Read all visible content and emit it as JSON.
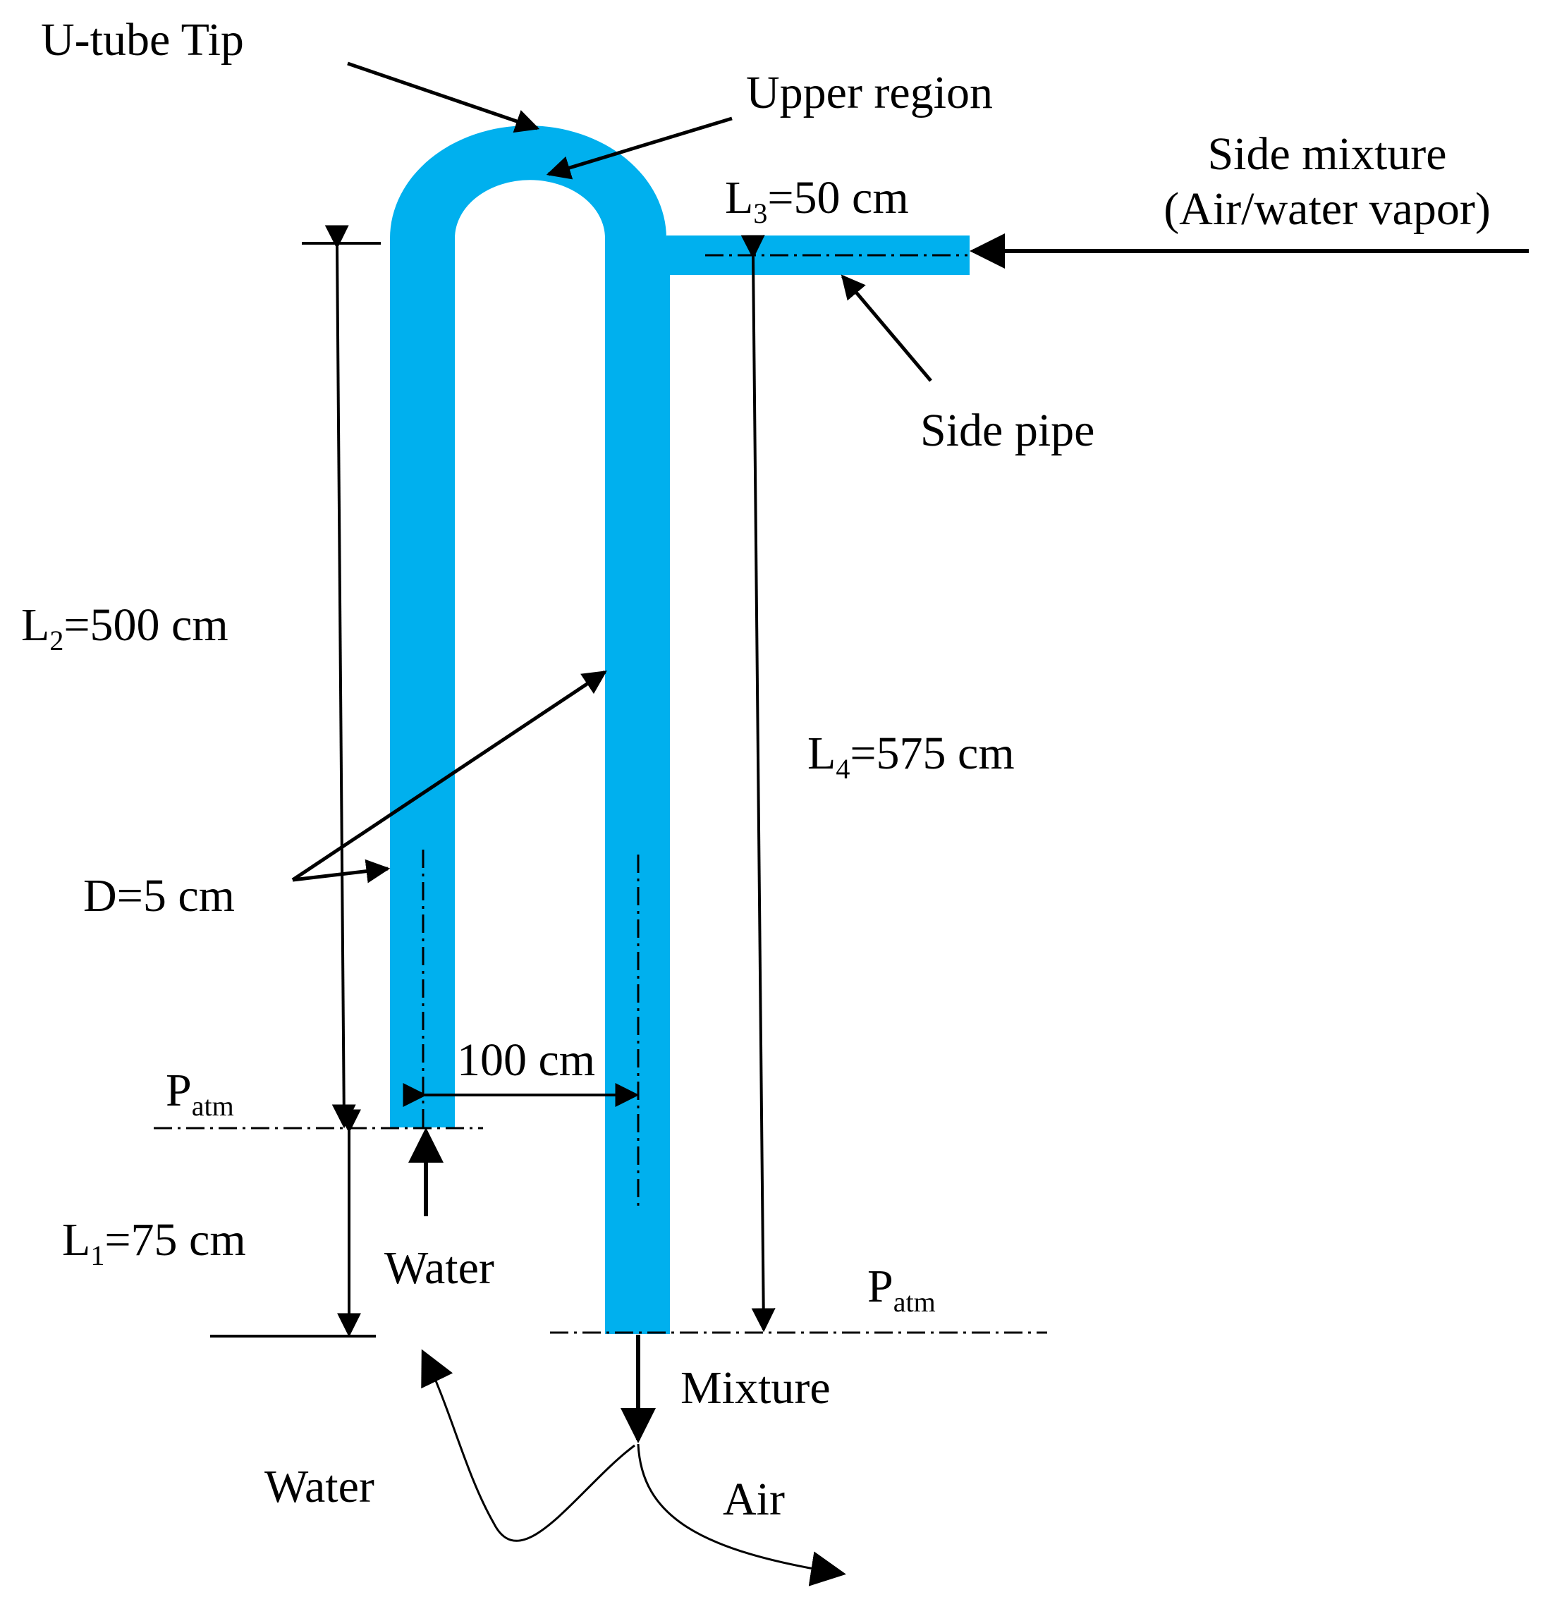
{
  "colors": {
    "pipe": "#00B0EE",
    "ink": "#000000",
    "background": "#FFFFFF"
  },
  "labels": {
    "utube_tip": "U-tube Tip",
    "upper_region": "Upper region",
    "side_mixture_line1": "Side mixture",
    "side_mixture_line2": "(Air/water vapor)",
    "side_pipe": "Side pipe",
    "l3": {
      "main": "L",
      "sub": "3",
      "rest": "=50 cm"
    },
    "l2": {
      "main": "L",
      "sub": "2",
      "rest": "=500 cm"
    },
    "l4": {
      "main": "L",
      "sub": "4",
      "rest": "=575 cm"
    },
    "l1": {
      "main": "L",
      "sub": "1",
      "rest": "=75 cm"
    },
    "diameter": "D=5 cm",
    "spacing": "100 cm",
    "patm_left": {
      "main": "P",
      "sub": "atm"
    },
    "patm_right": {
      "main": "P",
      "sub": "atm"
    },
    "water_in": "Water",
    "mixture": "Mixture",
    "water_out": "Water",
    "air_out": "Air"
  }
}
